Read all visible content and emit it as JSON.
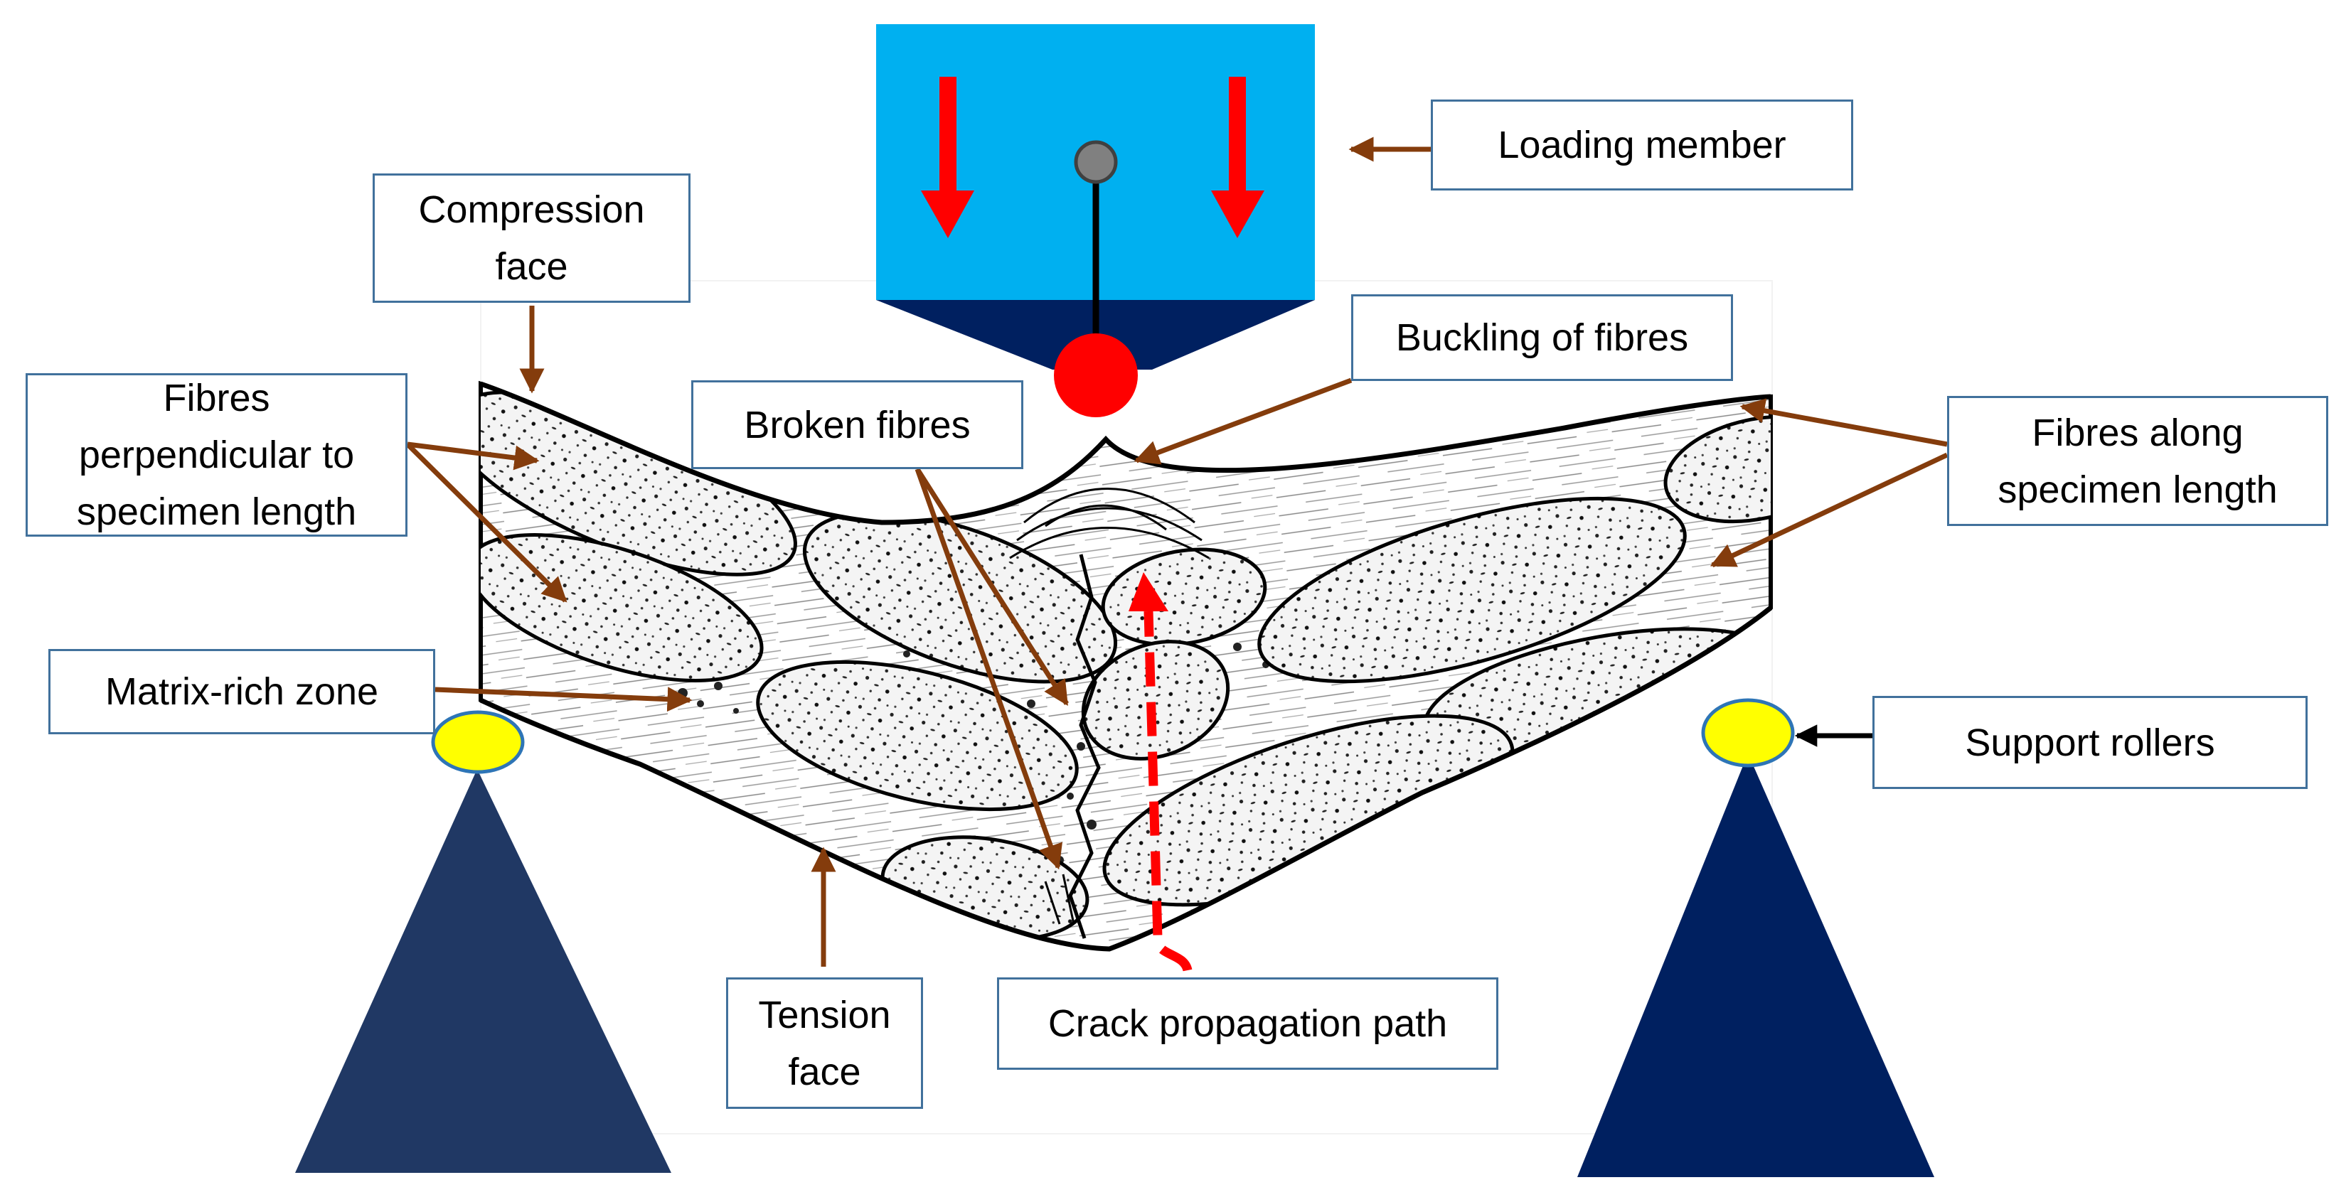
{
  "labels": {
    "loading_member": "Loading member",
    "compression_face": "Compression\nface",
    "buckling_of_fibres": "Buckling of fibres",
    "broken_fibres": "Broken fibres",
    "fibres_perpendicular": "Fibres\nperpendicular to\nspecimen length",
    "fibres_along": "Fibres along\nspecimen length",
    "matrix_rich_zone": "Matrix-rich zone",
    "support_rollers": "Support rollers",
    "tension_face": "Tension\nface",
    "crack_propagation_path": "Crack propagation path"
  },
  "colors": {
    "loading_block": "#00b0f0",
    "loading_tip": "#002060",
    "load_arrow": "#ff0000",
    "pin": "#808080",
    "roller": "#ffff00",
    "roller_outline": "#2e75b6",
    "support_left": "#203864",
    "support_right": "#002060",
    "annotation_arrow": "#843c0c",
    "crack_path": "#ff0000",
    "box_border": "#41719c"
  },
  "icons": {
    "load_arrows": "down-arrow-icon",
    "crack_arrow": "up-arrow-icon"
  }
}
